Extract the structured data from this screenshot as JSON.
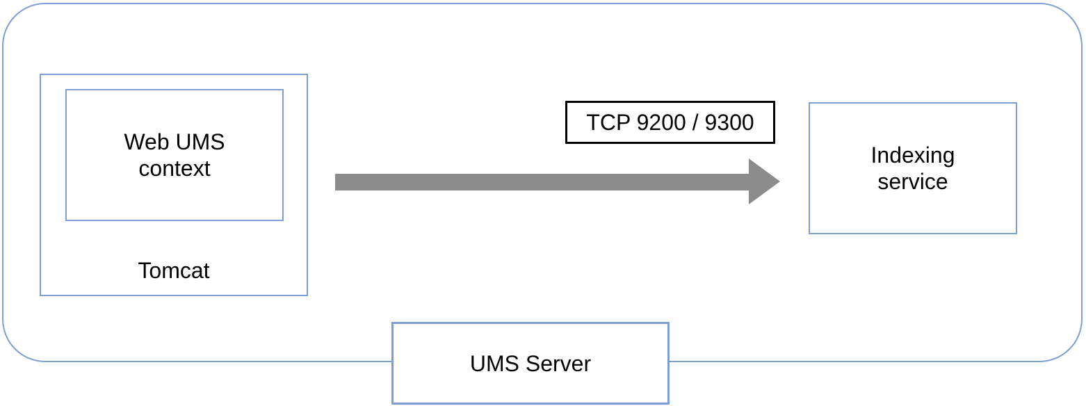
{
  "colors": {
    "background": "#ffffff",
    "node_border": "#7ca0d6",
    "arrow": "#8c8c8c",
    "connection_label_border": "#000000",
    "text": "#000000"
  },
  "nodes": {
    "tomcat": {
      "label": "Tomcat"
    },
    "web_ums_context": {
      "lines": [
        "Web UMS",
        "context"
      ]
    },
    "indexing_service": {
      "lines": [
        "Indexing",
        "service"
      ]
    },
    "ums_server": {
      "label": "UMS Server"
    }
  },
  "connection": {
    "label": "TCP 9200 / 9300",
    "from": "tomcat",
    "to": "indexing_service",
    "direction": "right"
  }
}
